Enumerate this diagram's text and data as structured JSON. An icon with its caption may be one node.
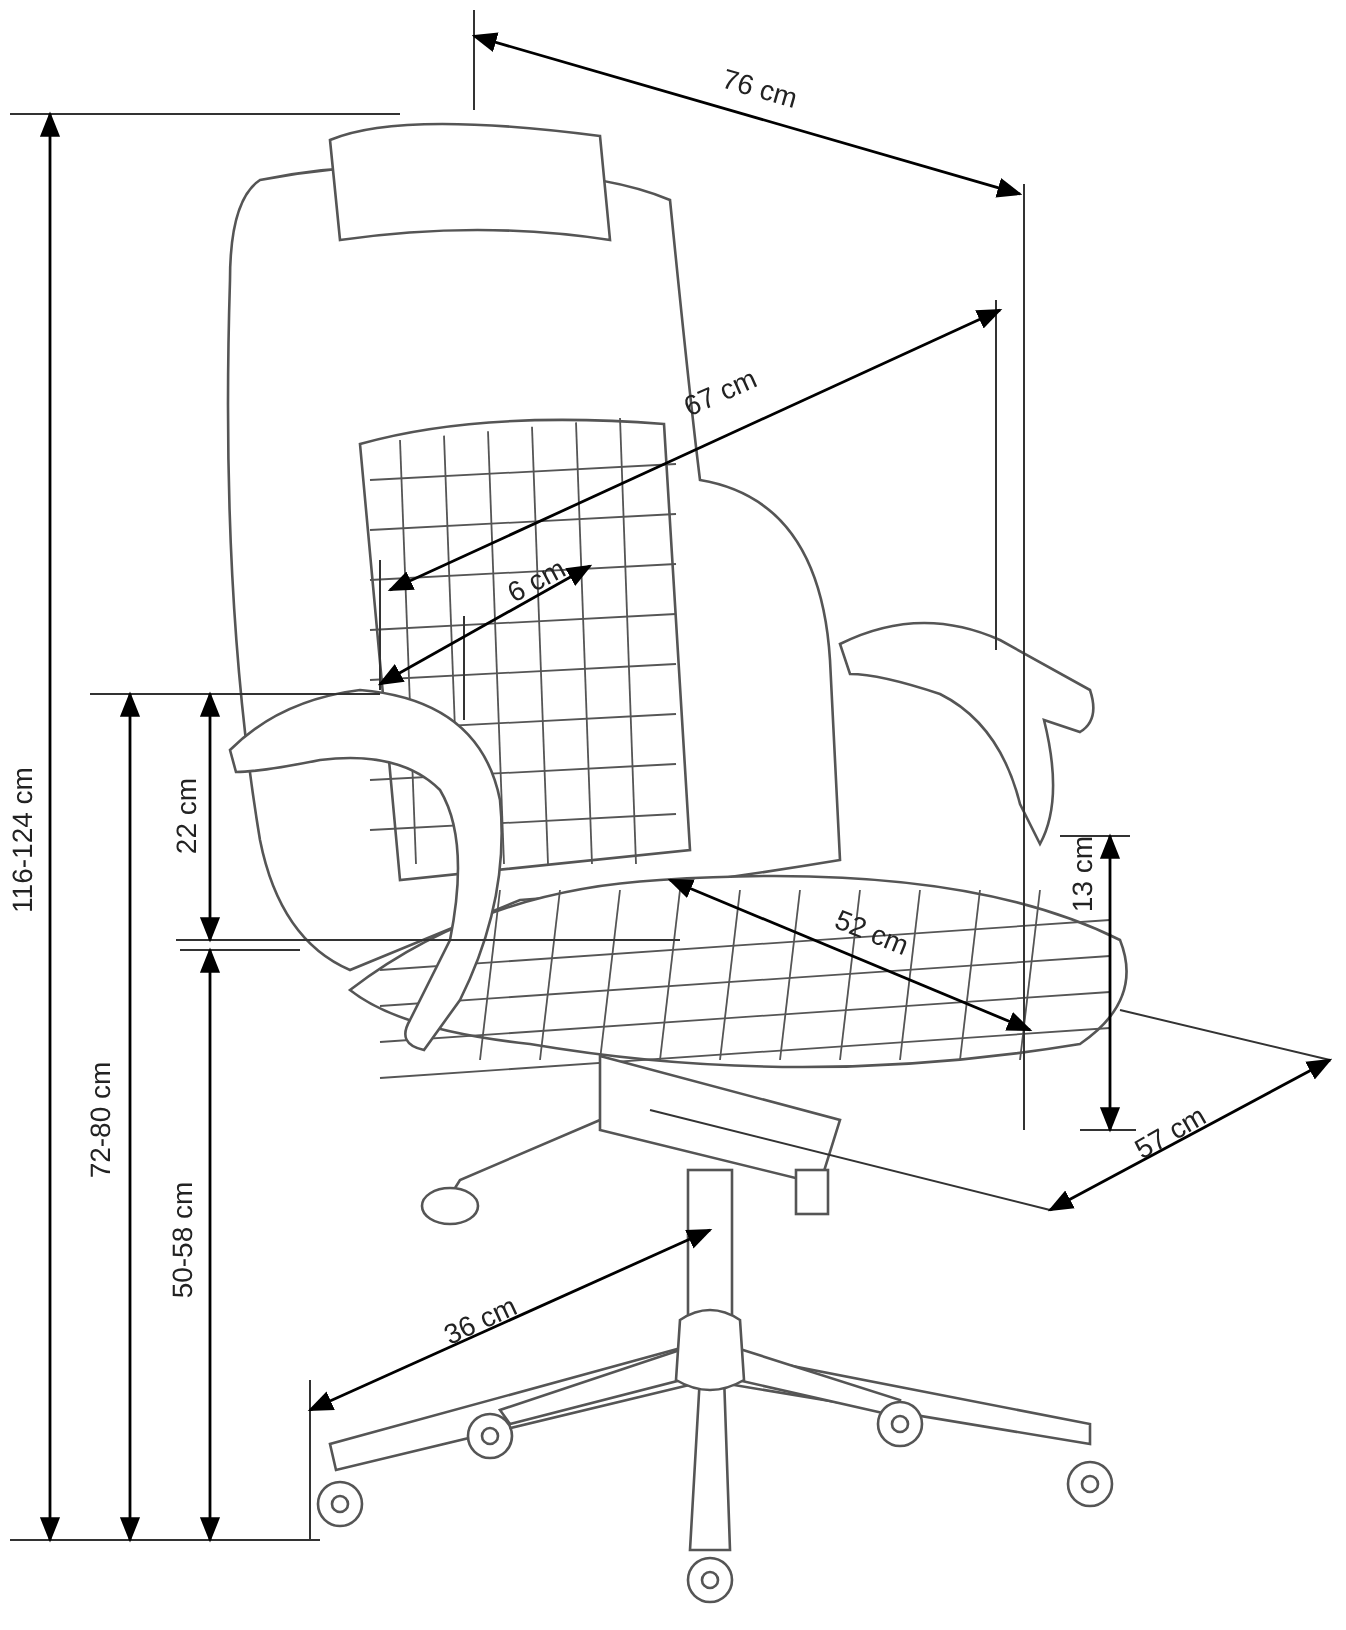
{
  "diagram": {
    "labels": [
      "76 cm",
      "67 cm",
      "6 cm",
      "116-124 cm",
      "22 cm",
      "13 cm",
      "52 cm",
      "57 cm",
      "72-80 cm",
      "50-58 cm",
      "36 cm"
    ]
  }
}
